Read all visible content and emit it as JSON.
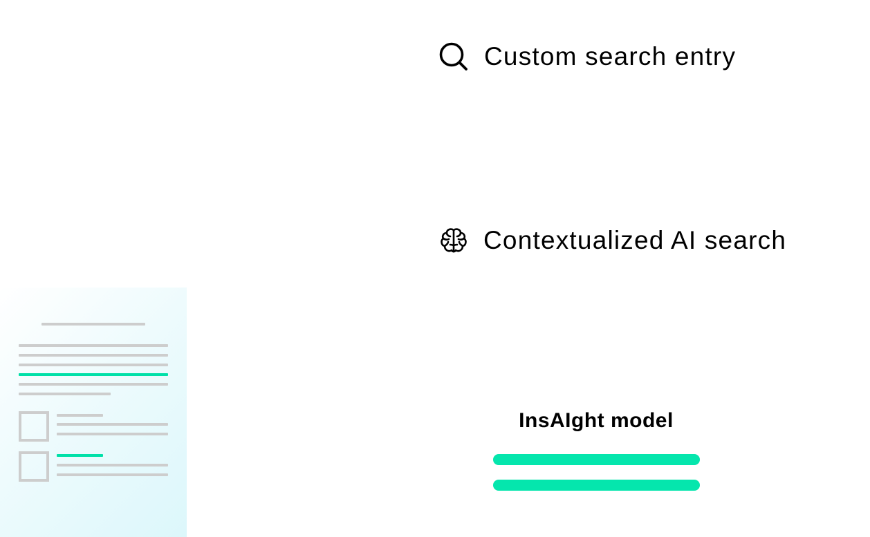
{
  "features": {
    "search": {
      "label": "Custom search entry",
      "icon": "search-icon"
    },
    "ai": {
      "label": "Contextualized AI search",
      "icon": "brain-icon"
    }
  },
  "model": {
    "title": "InsAIght model"
  },
  "colors": {
    "accent": "#05e6ad",
    "doc_line": "#cdcdcd",
    "doc_background": "#dcf7fb",
    "text": "#000000"
  }
}
